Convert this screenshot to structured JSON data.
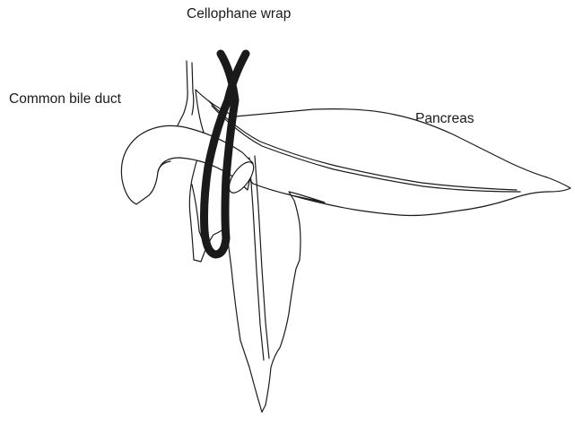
{
  "diagram": {
    "labels": {
      "cellophane_wrap": "Cellophane wrap",
      "common_bile_duct": "Common bile duct",
      "pancreas": "Pancreas"
    },
    "colors": {
      "line": "#1a1a1a",
      "wrap": "#1a1a1a",
      "background": "#ffffff"
    }
  }
}
